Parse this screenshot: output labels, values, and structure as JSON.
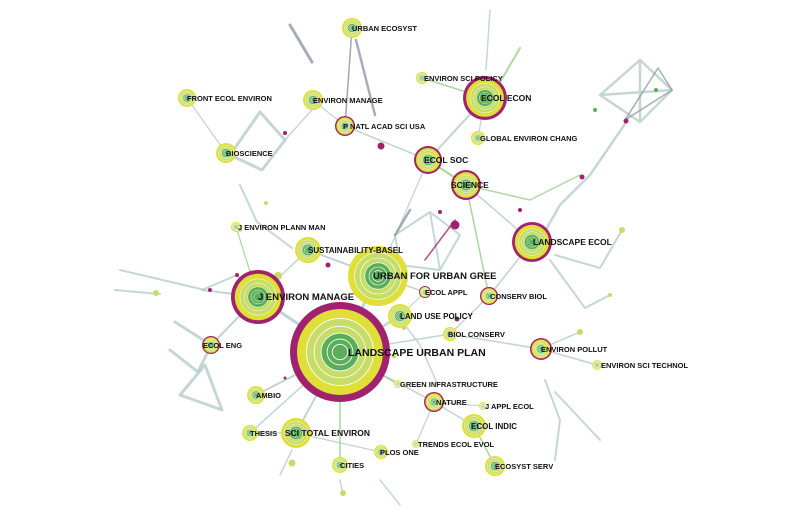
{
  "colors": {
    "ring_outer": "#a0226e",
    "ring_mid": "#e0df3a",
    "core_light": "#c6dd6a",
    "core_dark": "#5aae5a",
    "edge_main": "#b7cdcb",
    "edge_green": "#9ccf8a",
    "edge_dark": "#8e9aa6",
    "edge_pink": "#a0226e"
  },
  "nodes": [
    {
      "id": "landscape-urban-plan",
      "label": "LANDSCAPE URBAN PLAN",
      "size": 1.0,
      "burst": true
    },
    {
      "id": "urban-for-urban-gree",
      "label": "URBAN FOR URBAN GREE",
      "size": 0.55,
      "burst": false
    },
    {
      "id": "j-environ-manage",
      "label": "J ENVIRON MANAGE",
      "size": 0.55,
      "burst": true
    },
    {
      "id": "landscape-ecol",
      "label": "LANDSCAPE ECOL",
      "size": 0.45,
      "burst": true
    },
    {
      "id": "ecol-econ",
      "label": "ECOL ECON",
      "size": 0.4,
      "burst": true
    },
    {
      "id": "science",
      "label": "SCIENCE",
      "size": 0.3,
      "burst": true
    },
    {
      "id": "ecol-soc",
      "label": "ECOL SOC",
      "size": 0.28,
      "burst": true
    },
    {
      "id": "sci-total-environ",
      "label": "SCI TOTAL ENVIRON",
      "size": 0.3,
      "burst": false
    },
    {
      "id": "sustainability-basel",
      "label": "SUSTAINABILITY-BASEL",
      "size": 0.27,
      "burst": false
    },
    {
      "id": "land-use-policy",
      "label": "LAND USE POLICY",
      "size": 0.25,
      "burst": false
    },
    {
      "id": "ecol-indic",
      "label": "ECOL INDIC",
      "size": 0.25,
      "burst": false
    },
    {
      "id": "environ-pollut",
      "label": "ENVIRON POLLUT",
      "size": 0.22,
      "burst": true
    },
    {
      "id": "nature",
      "label": "NATURE",
      "size": 0.2,
      "burst": true
    },
    {
      "id": "conserv-biol",
      "label": "CONSERV BIOL",
      "size": 0.18,
      "burst": true
    },
    {
      "id": "ecol-eng",
      "label": "ECOL ENG",
      "size": 0.18,
      "burst": true
    },
    {
      "id": "p-natl-acad-sci-usa",
      "label": "P NATL ACAD SCI USA",
      "size": 0.2,
      "burst": true
    },
    {
      "id": "bioscience",
      "label": "BIOSCIENCE",
      "size": 0.2,
      "burst": false
    },
    {
      "id": "urban-ecosyst",
      "label": "URBAN ECOSYST",
      "size": 0.2,
      "burst": false
    },
    {
      "id": "environ-manage",
      "label": "ENVIRON MANAGE",
      "size": 0.2,
      "burst": false
    },
    {
      "id": "front-ecol-environ",
      "label": "FRONT ECOL ENVIRON",
      "size": 0.18,
      "burst": false
    },
    {
      "id": "ecosyst-serv",
      "label": "ECOSYST SERV",
      "size": 0.2,
      "burst": false
    },
    {
      "id": "ambio",
      "label": "AMBIO",
      "size": 0.18,
      "burst": false
    },
    {
      "id": "thesis",
      "label": "THESIS",
      "size": 0.16,
      "burst": false
    },
    {
      "id": "cities",
      "label": "CITIES",
      "size": 0.16,
      "burst": false
    },
    {
      "id": "plos-one",
      "label": "PLOS ONE",
      "size": 0.15,
      "burst": false
    },
    {
      "id": "ecol-appl",
      "label": "ECOL APPL",
      "size": 0.12,
      "burst": true
    },
    {
      "id": "biol-conserv",
      "label": "BIOL CONSERV",
      "size": 0.13,
      "burst": false
    },
    {
      "id": "green-infrastructure",
      "label": "GREEN INFRASTRUCTURE",
      "size": 0.09,
      "burst": false
    },
    {
      "id": "j-appl-ecol",
      "label": "J APPL ECOL",
      "size": 0.08,
      "burst": false
    },
    {
      "id": "trends-ecol-evol",
      "label": "TRENDS ECOL EVOL",
      "size": 0.08,
      "burst": false
    },
    {
      "id": "environ-sci-technol",
      "label": "ENVIRON SCI TECHNOL",
      "size": 0.12,
      "burst": false
    },
    {
      "id": "global-environ-chang",
      "label": "GLOBAL ENVIRON CHANG",
      "size": 0.14,
      "burst": false
    },
    {
      "id": "environ-sci-policy",
      "label": "ENVIRON SCI POLICY",
      "size": 0.12,
      "burst": false
    },
    {
      "id": "j-environ-plann-man",
      "label": "J ENVIRON PLANN MAN",
      "size": 0.1,
      "burst": false
    }
  ]
}
